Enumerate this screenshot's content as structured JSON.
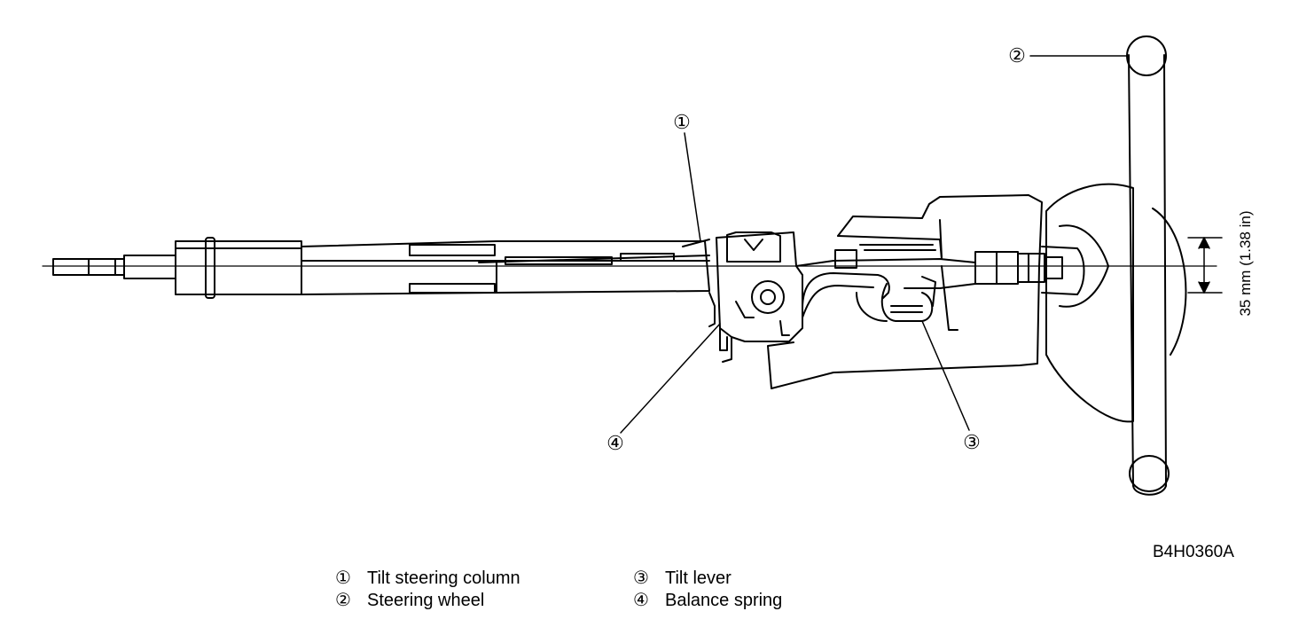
{
  "callouts": {
    "c1": "①",
    "c2": "②",
    "c3": "③",
    "c4": "④"
  },
  "dimension": "35 mm (1.38 in)",
  "figure_code": "B4H0360A",
  "legend": {
    "left": [
      {
        "num": "①",
        "label": "Tilt steering column"
      },
      {
        "num": "②",
        "label": "Steering wheel"
      }
    ],
    "right": [
      {
        "num": "③",
        "label": "Tilt lever"
      },
      {
        "num": "④",
        "label": "Balance spring"
      }
    ]
  }
}
